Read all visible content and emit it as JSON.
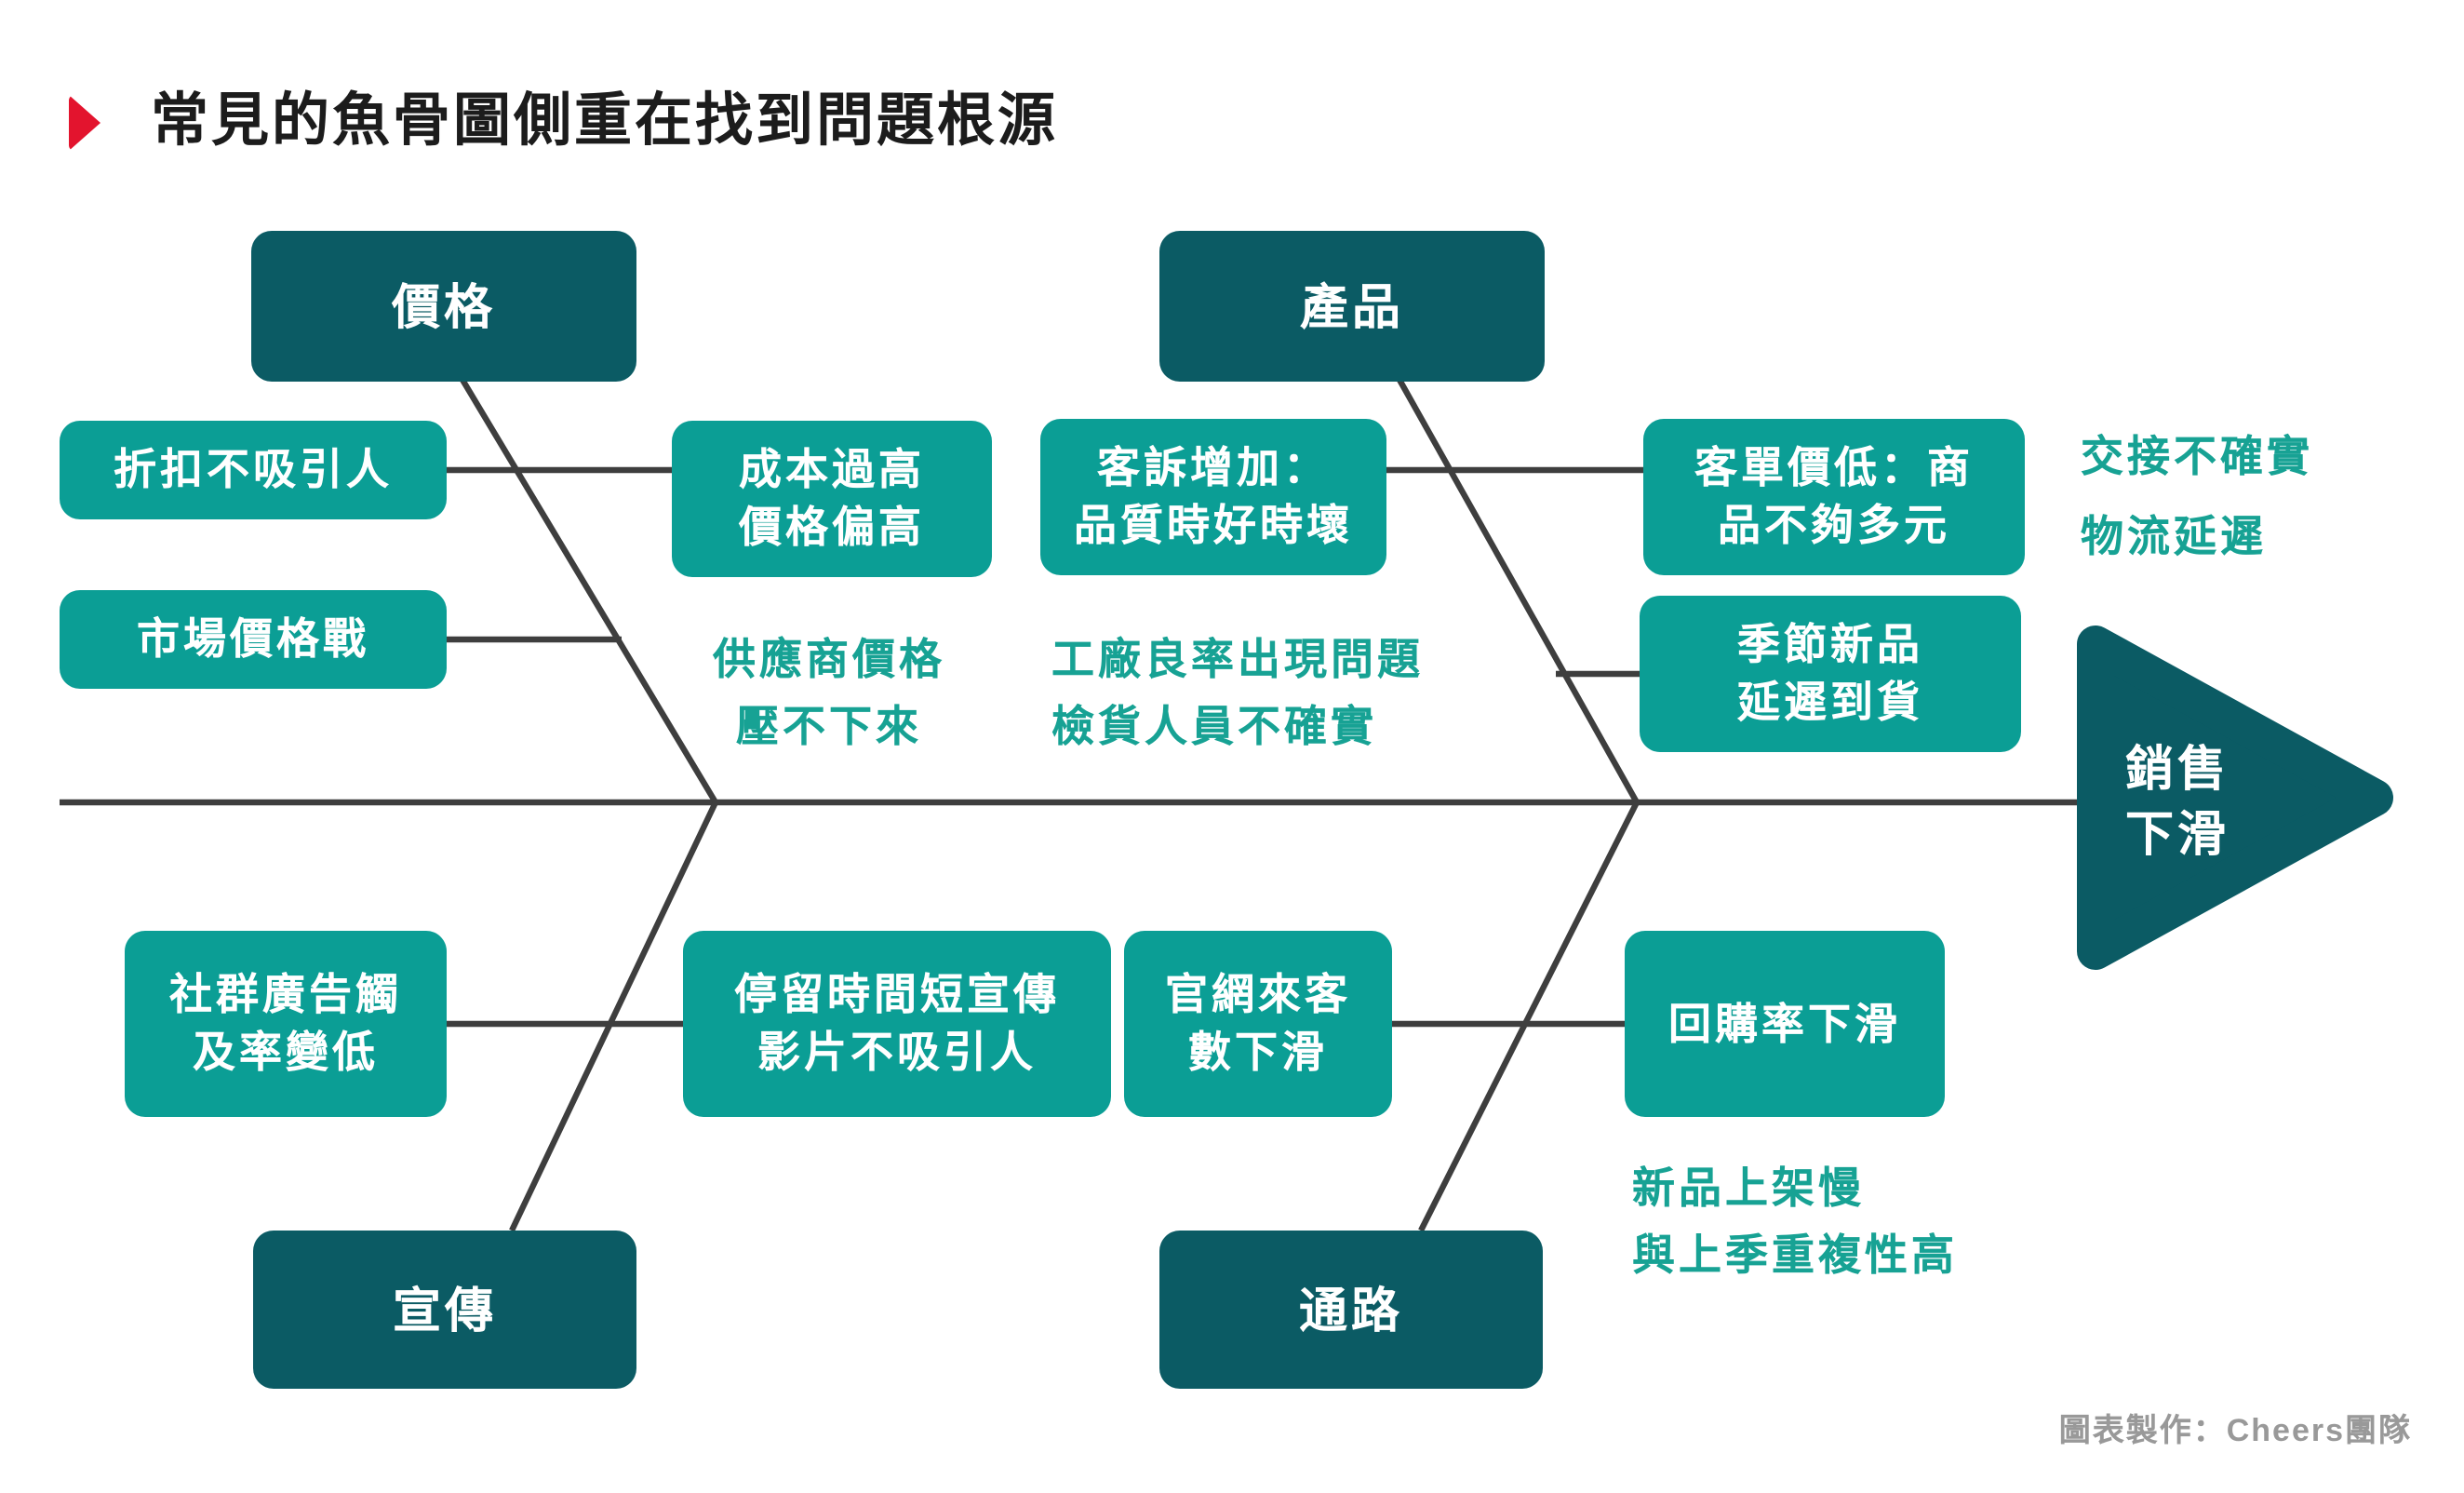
{
  "title": "常見的魚骨圖側重在找到問題根源",
  "credit": "圖表製作：Cheers團隊",
  "colors": {
    "dark_teal": "#0B5B64",
    "light_teal": "#0B9E95",
    "note_teal": "#17A294",
    "bone_line": "#3E3E3E",
    "title_marker_red": "#E3142E",
    "title_text": "#1C1C1C",
    "credit_gray": "#999999",
    "background": "#FFFFFF"
  },
  "effect_arrow": {
    "lines": [
      "銷售",
      "下滑"
    ]
  },
  "categories": [
    {
      "id": "price",
      "label": "價格"
    },
    {
      "id": "product",
      "label": "產品"
    },
    {
      "id": "promotion",
      "label": "宣傳"
    },
    {
      "id": "channel",
      "label": "通路"
    }
  ],
  "leaves": [
    {
      "id": "discount-not-attractive",
      "lines": [
        "折扣不吸引人"
      ]
    },
    {
      "id": "market-price-war",
      "lines": [
        "市場價格戰"
      ]
    },
    {
      "id": "cost-too-high",
      "lines": [
        "成本過高",
        "價格偏高"
      ]
    },
    {
      "id": "complaints-increase",
      "lines": [
        "客訴增加：",
        "品質時好時壞"
      ]
    },
    {
      "id": "low-basket-value",
      "lines": [
        "客單價低：商",
        "品不夠多元"
      ]
    },
    {
      "id": "seasonal-new-delay",
      "lines": [
        "季節新品",
        "延遲到貨"
      ]
    },
    {
      "id": "social-ad-reach-down",
      "lines": [
        "社群廣告觸",
        "及率變低"
      ]
    },
    {
      "id": "dwell-time-short",
      "lines": [
        "停留時間短宣傳",
        "影片不吸引人"
      ]
    },
    {
      "id": "site-traffic-down",
      "lines": [
        "官網來客",
        "數下滑"
      ]
    },
    {
      "id": "repurchase-rate-down",
      "lines": [
        "回購率下滑"
      ]
    }
  ],
  "notes": [
    {
      "id": "supplier-price",
      "lines": [
        "供應商價格",
        "壓不下來"
      ]
    },
    {
      "id": "factory-yield",
      "lines": [
        "工廠良率出現問題",
        "檢貨人員不確實"
      ]
    },
    {
      "id": "handover-logistics",
      "lines": [
        "交接不確實",
        "物流延遲"
      ]
    },
    {
      "id": "new-product-shelf",
      "lines": [
        "新品上架慢",
        "與上季重複性高"
      ]
    }
  ]
}
